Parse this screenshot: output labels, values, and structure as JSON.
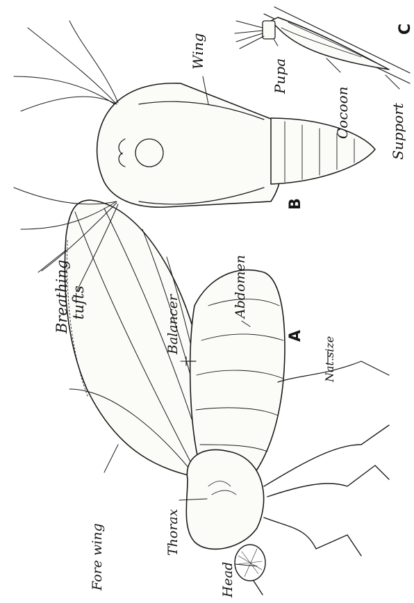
{
  "panels": {
    "a": {
      "letter": "A",
      "labels": {
        "fore_wing": "Fore wing",
        "thorax": "Thorax",
        "head": "Head",
        "balancer": "Balancer",
        "abdomen": "Abdomen",
        "nat_size": "Nat.size"
      }
    },
    "b": {
      "letter": "B",
      "labels": {
        "breathing_line1": "Breathing",
        "breathing_line2": "tufts",
        "wing": "Wing"
      }
    },
    "c": {
      "letter": "C",
      "labels": {
        "pupa": "Pupa",
        "cocoon": "Cocoon",
        "support": "Support"
      }
    }
  }
}
